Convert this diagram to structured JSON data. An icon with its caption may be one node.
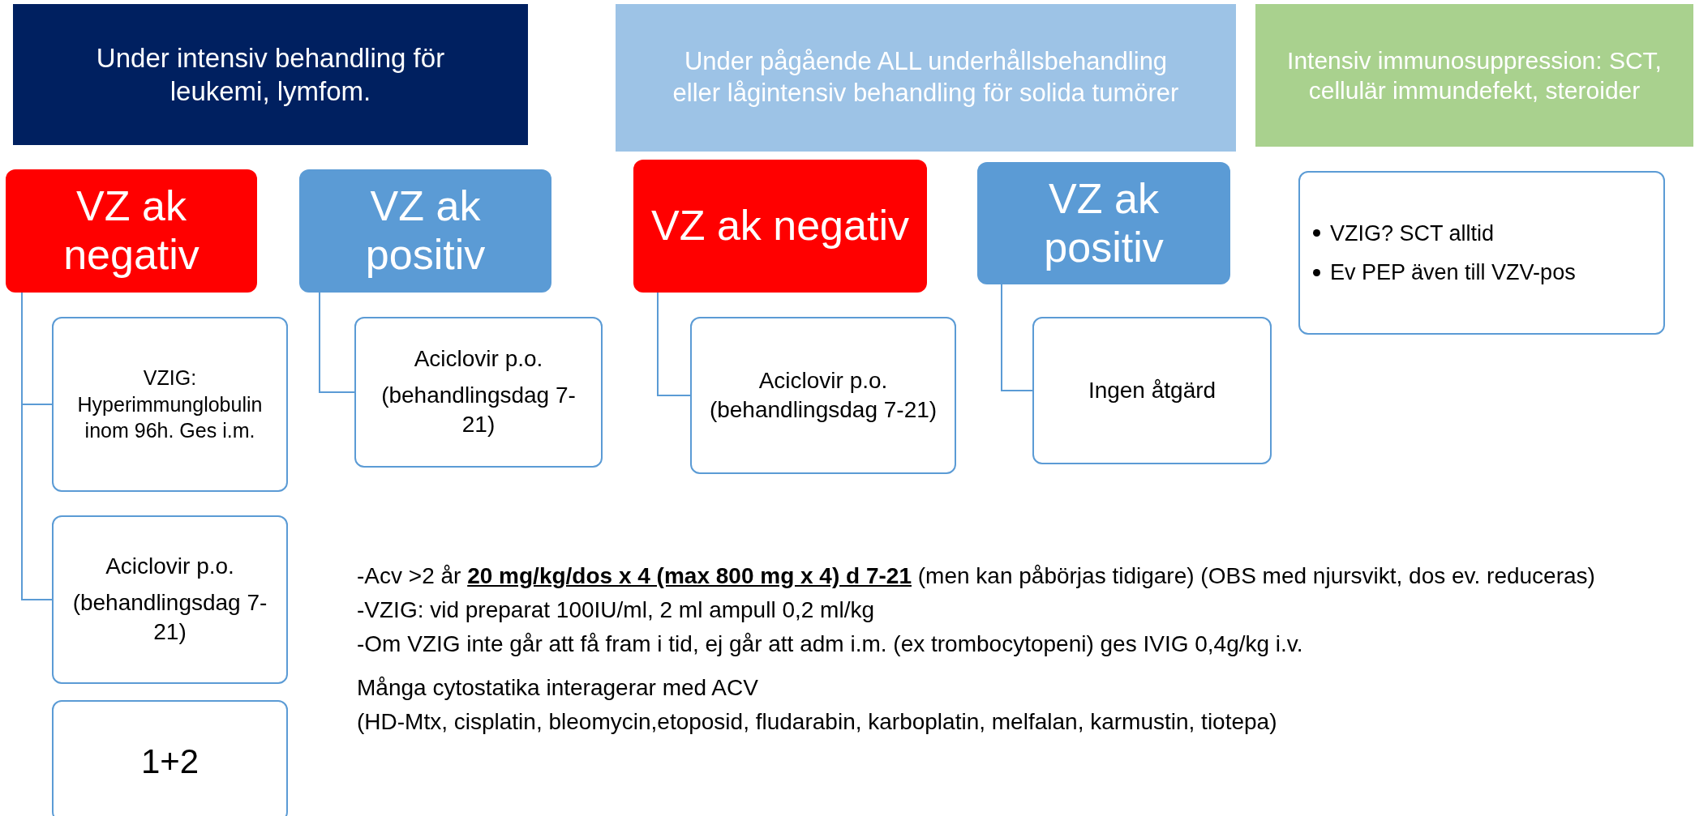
{
  "diagram": {
    "nodes": [
      {
        "text": [
          "Under intensiv behandling för leukemi, lymfom."
        ]
      },
      {
        "text": [
          "Under pågående ALL underhållsbehandling eller lågintensiv behandling för solida tumörer"
        ]
      },
      {
        "text": [
          "Intensiv immunosuppression: SCT, cellulär immundefekt, steroider"
        ]
      },
      {
        "text": [
          "VZ ak negativ"
        ]
      },
      {
        "text": [
          "VZ ak positiv"
        ]
      },
      {
        "text": [
          "VZIG: Hyperimmunglobulin inom 96h. Ges i.m."
        ]
      },
      {
        "text": [
          "Aciclovir p.o.",
          "(behandlingsdag 7-21)"
        ]
      },
      {
        "text": [
          "1+2"
        ]
      },
      {
        "text": [
          "Aciclovir p.o.",
          "(behandlingsdag 7-21)"
        ]
      },
      {
        "text": [
          "VZ ak negativ"
        ]
      },
      {
        "text": [
          "VZ ak positiv"
        ]
      },
      {
        "text": [
          "Aciclovir p.o. (behandlingsdag 7-21)"
        ]
      },
      {
        "text": [
          "Ingen åtgärd"
        ]
      },
      {
        "text": [
          "VZIG? SCT alltid",
          "Ev PEP även till VZV-pos"
        ]
      }
    ],
    "edges": [
      {
        "from": 3,
        "to": 5,
        "arrow": "none"
      },
      {
        "from": 3,
        "to": 6,
        "arrow": "none"
      },
      {
        "from": 4,
        "to": 8,
        "arrow": "none"
      },
      {
        "from": 9,
        "to": 11,
        "arrow": "none"
      },
      {
        "from": 10,
        "to": 12,
        "arrow": "none"
      }
    ],
    "labels": [
      "-Acv >2 år **20 mg/kg/dos x 4 (max 800 mg x 4) d 7-21** (men kan påbörjas tidigare) (OBS med njursvikt, dos ev. reduceras)",
      "-VZIG: vid preparat 100IU/ml, 2 ml ampull 0,2 ml/kg",
      "-Om VZIG inte går att få fram i tid, ej går att adm i.m. (ex trombocytopeni) ges  IVIG 0,4g/kg i.v.",
      "Många cytostatika interagerar med ACV",
      "(HD-Mtx, cisplatin, bleomycin,etoposid, fludarabin, karboplatin, melfalan, karmustin, tiotepa)"
    ]
  }
}
